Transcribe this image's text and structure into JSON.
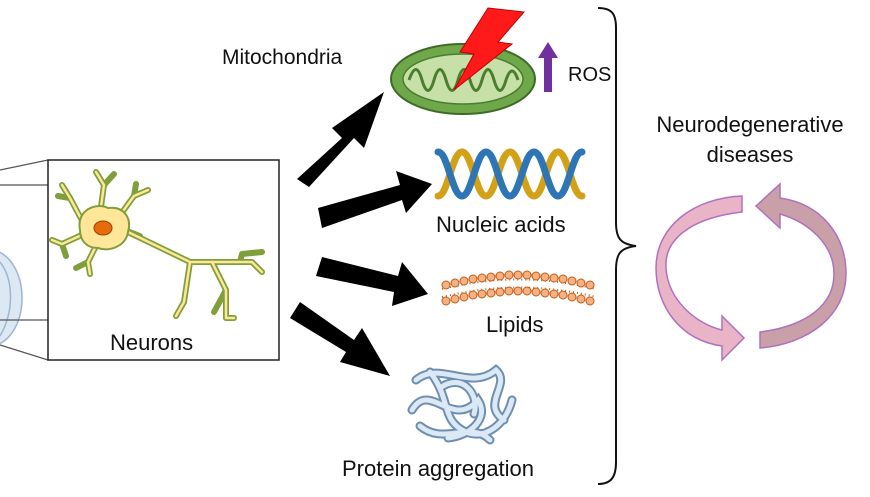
{
  "labels": {
    "mitochondria": "Mitochondria",
    "ros": "ROS",
    "nucleic_acids": "Nucleic acids",
    "lipids": "Lipids",
    "protein_aggregation": "Protein aggregation",
    "neurons": "Neurons",
    "neurodegenerative_line1": "Neurodegenerative",
    "neurodegenerative_line2": "diseases"
  },
  "colors": {
    "arrow": "#000000",
    "mito_outer": "#6fa84a",
    "mito_inner": "#c6e0a8",
    "lightning": "#ff1a1a",
    "ros_arrow": "#7030a0",
    "dna_gold": "#d4a017",
    "dna_blue": "#2e75b6",
    "lipid_head": "#f4b183",
    "neuron_body": "#ffe699",
    "neuron_nucleus": "#e46c0a",
    "neuron_outline": "#7f9f3a",
    "cycle_fill": "#d9a7a7",
    "cycle_stroke": "#b070c0",
    "protein": "#bdd7ee"
  },
  "icons": [
    "lightning-icon",
    "up-arrow-icon",
    "mitochondria-icon",
    "dna-icon",
    "lipid-bilayer-icon",
    "protein-aggregate-icon",
    "neuron-icon",
    "cycle-arrows-icon",
    "brace-icon"
  ]
}
